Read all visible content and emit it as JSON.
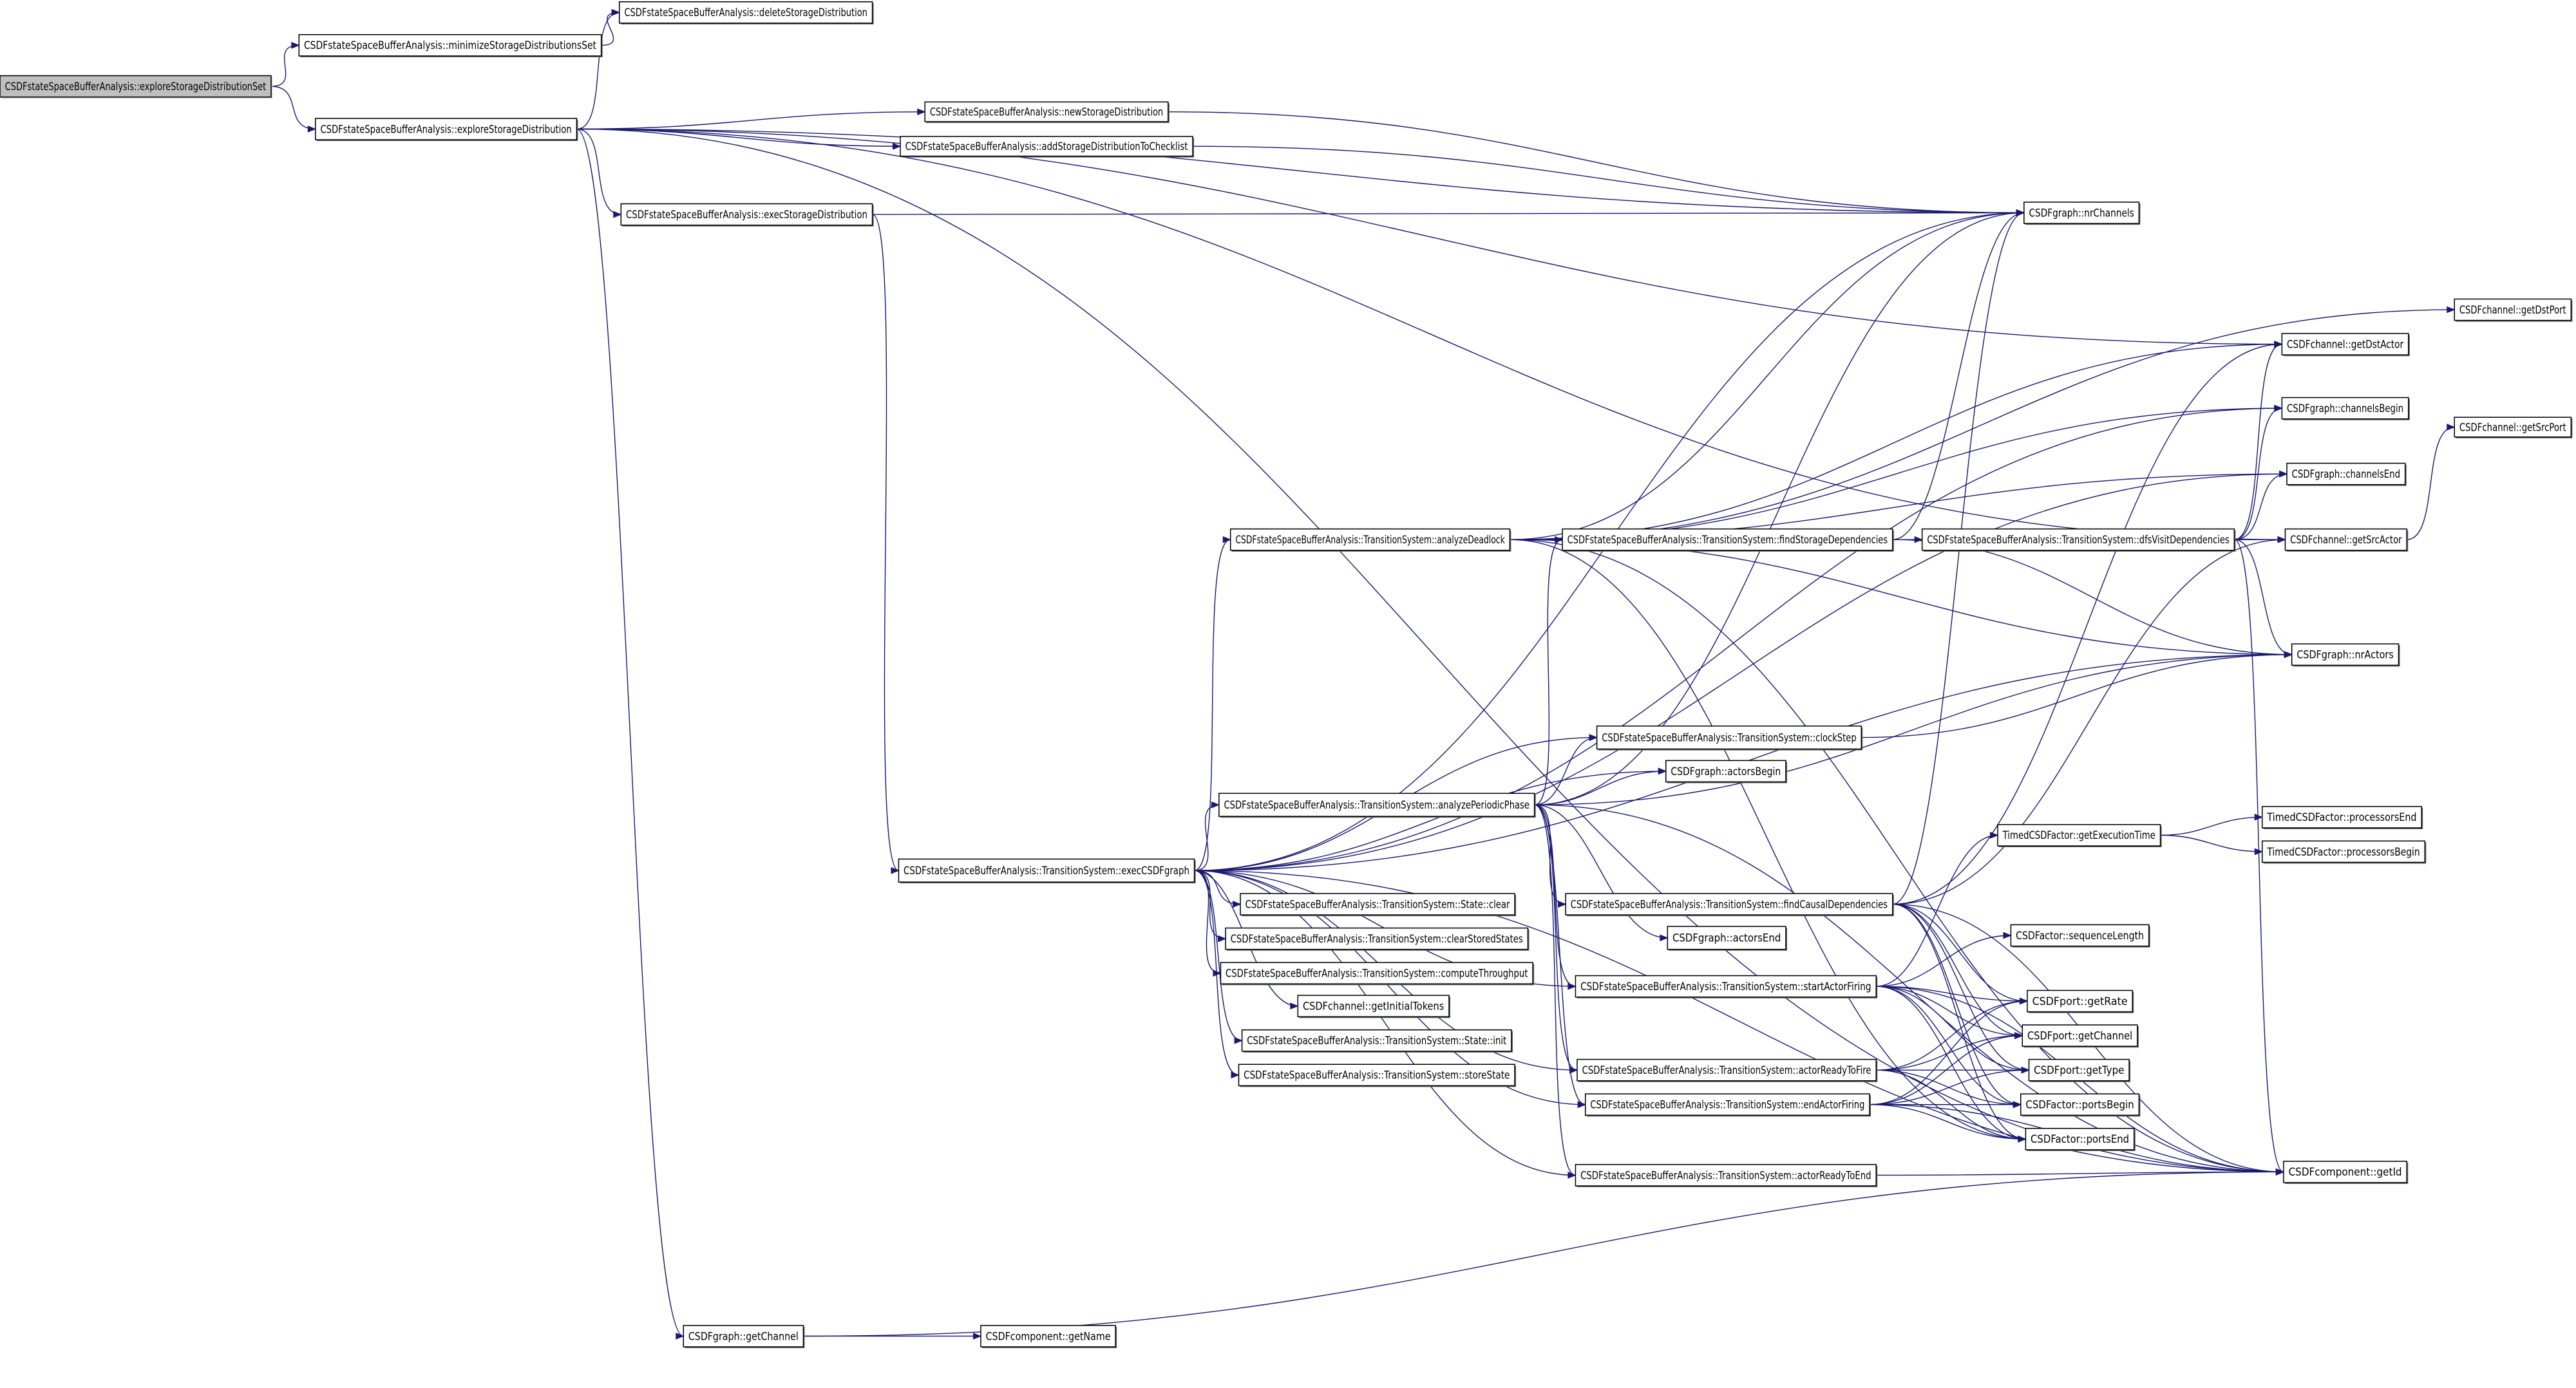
{
  "graph": {
    "type": "call-graph",
    "root": "esds",
    "colors": {
      "edge": "#191970",
      "root_fill": "#bfbfbf",
      "node_fill": "#ffffff",
      "node_border": "#000000"
    },
    "nodes": {
      "esds": "CSDFstateSpaceBufferAnalysis::exploreStorageDistributionSet",
      "msds": "CSDFstateSpaceBufferAnalysis::minimizeStorageDistributionsSet",
      "dsd": "CSDFstateSpaceBufferAnalysis::deleteStorageDistribution",
      "esd": "CSDFstateSpaceBufferAnalysis::exploreStorageDistribution",
      "nsd": "CSDFstateSpaceBufferAnalysis::newStorageDistribution",
      "asdc": "CSDFstateSpaceBufferAnalysis::addStorageDistributionToChecklist",
      "xsd": "CSDFstateSpaceBufferAnalysis::execStorageDistribution",
      "nrch": "CSDFgraph::nrChannels",
      "gdp": "CSDFchannel::getDstPort",
      "gda": "CSDFchannel::getDstActor",
      "chb": "CSDFgraph::channelsBegin",
      "gsp": "CSDFchannel::getSrcPort",
      "che": "CSDFgraph::channelsEnd",
      "adl": "CSDFstateSpaceBufferAnalysis::TransitionSystem::analyzeDeadlock",
      "fsd": "CSDFstateSpaceBufferAnalysis::TransitionSystem::findStorageDependencies",
      "dfs": "CSDFstateSpaceBufferAnalysis::TransitionSystem::dfsVisitDependencies",
      "gsa": "CSDFchannel::getSrcActor",
      "nra": "CSDFgraph::nrActors",
      "clk": "CSDFstateSpaceBufferAnalysis::TransitionSystem::clockStep",
      "acb": "CSDFgraph::actorsBegin",
      "app": "CSDFstateSpaceBufferAnalysis::TransitionSystem::analyzePeriodicPhase",
      "get": "TimedCSDFactor::getExecutionTime",
      "pre": "TimedCSDFactor::processorsEnd",
      "prb": "TimedCSDFactor::processorsBegin",
      "xcg": "CSDFstateSpaceBufferAnalysis::TransitionSystem::execCSDFgraph",
      "scl": "CSDFstateSpaceBufferAnalysis::TransitionSystem::State::clear",
      "fcd": "CSDFstateSpaceBufferAnalysis::TransitionSystem::findCausalDependencies",
      "css": "CSDFstateSpaceBufferAnalysis::TransitionSystem::clearStoredStates",
      "sql": "CSDFactor::sequenceLength",
      "ace": "CSDFgraph::actorsEnd",
      "cth": "CSDFstateSpaceBufferAnalysis::TransitionSystem::computeThroughput",
      "saf": "CSDFstateSpaceBufferAnalysis::TransitionSystem::startActorFiring",
      "grt": "CSDFport::getRate",
      "git": "CSDFchannel::getInitialTokens",
      "gch": "CSDFport::getChannel",
      "sin": "CSDFstateSpaceBufferAnalysis::TransitionSystem::State::init",
      "sst": "CSDFstateSpaceBufferAnalysis::TransitionSystem::storeState",
      "arf": "CSDFstateSpaceBufferAnalysis::TransitionSystem::actorReadyToFire",
      "gty": "CSDFport::getType",
      "eaf": "CSDFstateSpaceBufferAnalysis::TransitionSystem::endActorFiring",
      "pb": "CSDFactor::portsBegin",
      "pe": "CSDFactor::portsEnd",
      "are": "CSDFstateSpaceBufferAnalysis::TransitionSystem::actorReadyToEnd",
      "gid": "CSDFcomponent::getId",
      "ggc": "CSDFgraph::getChannel",
      "gnm": "CSDFcomponent::getName"
    },
    "edges": [
      [
        "esds",
        "msds"
      ],
      [
        "esds",
        "esd"
      ],
      [
        "msds",
        "dsd"
      ],
      [
        "esd",
        "dsd"
      ],
      [
        "esd",
        "gda"
      ],
      [
        "esd",
        "gsa"
      ],
      [
        "esd",
        "nsd"
      ],
      [
        "esd",
        "asdc"
      ],
      [
        "esd",
        "nrch"
      ],
      [
        "esd",
        "xsd"
      ],
      [
        "esd",
        "ggc"
      ],
      [
        "esd",
        "gid"
      ],
      [
        "nsd",
        "nrch"
      ],
      [
        "asdc",
        "nrch"
      ],
      [
        "xsd",
        "nrch"
      ],
      [
        "xsd",
        "xcg"
      ],
      [
        "xcg",
        "nrch"
      ],
      [
        "xcg",
        "adl"
      ],
      [
        "xcg",
        "app"
      ],
      [
        "xcg",
        "scl"
      ],
      [
        "xcg",
        "css"
      ],
      [
        "xcg",
        "cth"
      ],
      [
        "xcg",
        "git"
      ],
      [
        "xcg",
        "sin"
      ],
      [
        "xcg",
        "sst"
      ],
      [
        "xcg",
        "clk"
      ],
      [
        "xcg",
        "acb"
      ],
      [
        "xcg",
        "nra"
      ],
      [
        "xcg",
        "che"
      ],
      [
        "xcg",
        "chb"
      ],
      [
        "xcg",
        "arf"
      ],
      [
        "xcg",
        "eaf"
      ],
      [
        "xcg",
        "are"
      ],
      [
        "xcg",
        "gid"
      ],
      [
        "xcg",
        "saf"
      ],
      [
        "adl",
        "fsd"
      ],
      [
        "adl",
        "nrch"
      ],
      [
        "adl",
        "gda"
      ],
      [
        "adl",
        "chb"
      ],
      [
        "adl",
        "che"
      ],
      [
        "adl",
        "gsa"
      ],
      [
        "adl",
        "nra"
      ],
      [
        "adl",
        "gid"
      ],
      [
        "adl",
        "gdp"
      ],
      [
        "adl",
        "pe"
      ],
      [
        "fsd",
        "dfs"
      ],
      [
        "fsd",
        "nrch"
      ],
      [
        "fsd",
        "nra"
      ],
      [
        "dfs",
        "gda"
      ],
      [
        "dfs",
        "chb"
      ],
      [
        "dfs",
        "che"
      ],
      [
        "dfs",
        "gsa"
      ],
      [
        "dfs",
        "nra"
      ],
      [
        "dfs",
        "gid"
      ],
      [
        "gsa",
        "gsp"
      ],
      [
        "clk",
        "nra"
      ],
      [
        "app",
        "clk"
      ],
      [
        "app",
        "acb"
      ],
      [
        "app",
        "fsd"
      ],
      [
        "app",
        "fcd"
      ],
      [
        "app",
        "saf"
      ],
      [
        "app",
        "ace"
      ],
      [
        "app",
        "arf"
      ],
      [
        "app",
        "eaf"
      ],
      [
        "app",
        "are"
      ],
      [
        "app",
        "nrch"
      ],
      [
        "app",
        "nra"
      ],
      [
        "app",
        "gid"
      ],
      [
        "get",
        "pre"
      ],
      [
        "get",
        "prb"
      ],
      [
        "fcd",
        "gsa"
      ],
      [
        "fcd",
        "gda"
      ],
      [
        "fcd",
        "nrch"
      ],
      [
        "fcd",
        "grt"
      ],
      [
        "fcd",
        "gch"
      ],
      [
        "fcd",
        "gty"
      ],
      [
        "fcd",
        "pb"
      ],
      [
        "fcd",
        "pe"
      ],
      [
        "fcd",
        "gid"
      ],
      [
        "saf",
        "get"
      ],
      [
        "saf",
        "sql"
      ],
      [
        "saf",
        "grt"
      ],
      [
        "saf",
        "gch"
      ],
      [
        "saf",
        "gty"
      ],
      [
        "saf",
        "pb"
      ],
      [
        "saf",
        "pe"
      ],
      [
        "saf",
        "gid"
      ],
      [
        "arf",
        "grt"
      ],
      [
        "arf",
        "gch"
      ],
      [
        "arf",
        "gty"
      ],
      [
        "arf",
        "pb"
      ],
      [
        "arf",
        "pe"
      ],
      [
        "eaf",
        "grt"
      ],
      [
        "eaf",
        "gch"
      ],
      [
        "eaf",
        "gty"
      ],
      [
        "eaf",
        "pb"
      ],
      [
        "eaf",
        "pe"
      ],
      [
        "eaf",
        "gid"
      ],
      [
        "are",
        "gid"
      ],
      [
        "ggc",
        "gnm"
      ],
      [
        "ggc",
        "gid"
      ]
    ]
  }
}
